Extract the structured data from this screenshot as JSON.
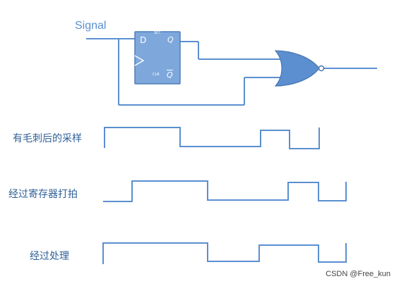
{
  "labels": {
    "signal": "Signal",
    "sampling_with_glitch": "有毛刺后的采样",
    "after_register_stage": "经过寄存器打拍",
    "after_processing": "经过处理",
    "watermark": "CSDN @Free_kun"
  },
  "flip_flop": {
    "d": "D",
    "set": "SET",
    "q": "Q",
    "clr": "CLR",
    "q_bar": "Q"
  },
  "colors": {
    "wire": "#5b8fd0",
    "flip_flop_fill": "#7ea8dc",
    "flip_flop_stroke": "#4f7eb7",
    "gate_fill": "#5b8fd0",
    "text": "#2f5f97"
  },
  "icons": {
    "flip_flop": "flip-flop-icon",
    "gate": "nor-gate-icon",
    "clock": "clock-triangle-icon"
  }
}
